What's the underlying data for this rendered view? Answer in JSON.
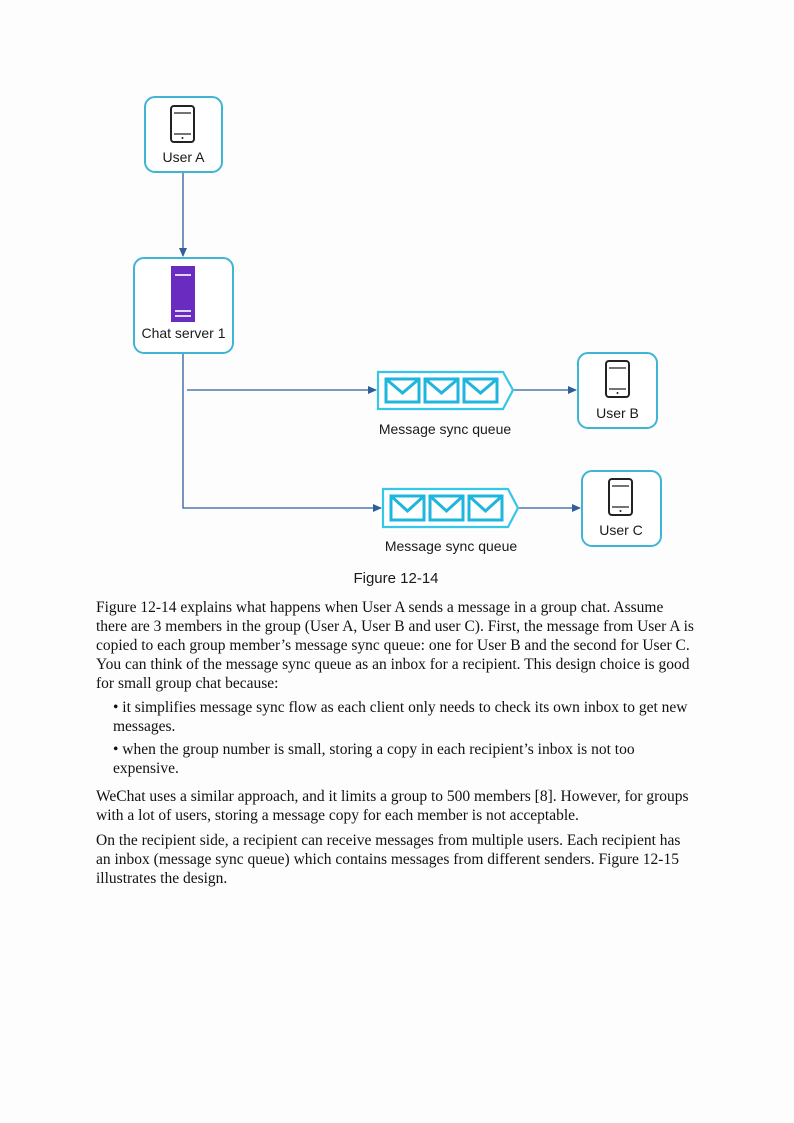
{
  "diagram": {
    "nodes": {
      "user_a": "User A",
      "chat_server": "Chat server 1",
      "user_b": "User B",
      "user_c": "User C",
      "queue_b": "Message sync queue",
      "queue_c": "Message sync queue"
    },
    "caption": "Figure 12-14",
    "colors": {
      "node_border": "#3fb5d6",
      "queue_fill": "#35c6e8",
      "server_fill": "#6a2cc0",
      "arrow": "#2d5f9a"
    }
  },
  "body": {
    "para1": "Figure 12-14 explains what happens when User A sends a message in a group chat. Assume there are 3 members in the group (User A, User B and user C). First, the message from User A is copied to each group member’s message sync queue: one for User B and the second for User C. You can think of the message sync queue as an inbox for a recipient. This design choice is good for small group chat because:",
    "bullet1": "• it simplifies message sync flow as each client only needs to check its own inbox to get new messages.",
    "bullet2": "• when the group number is small, storing a copy in each recipient’s inbox is not too expensive.",
    "para2": "WeChat uses a similar approach, and it limits a group to 500 members [8]. However, for groups with a lot of users, storing a message copy for each member is not acceptable.",
    "para3": "On the recipient side, a recipient can receive messages from multiple users. Each recipient has an inbox (message sync queue) which contains messages from different senders. Figure 12-15 illustrates the design."
  }
}
